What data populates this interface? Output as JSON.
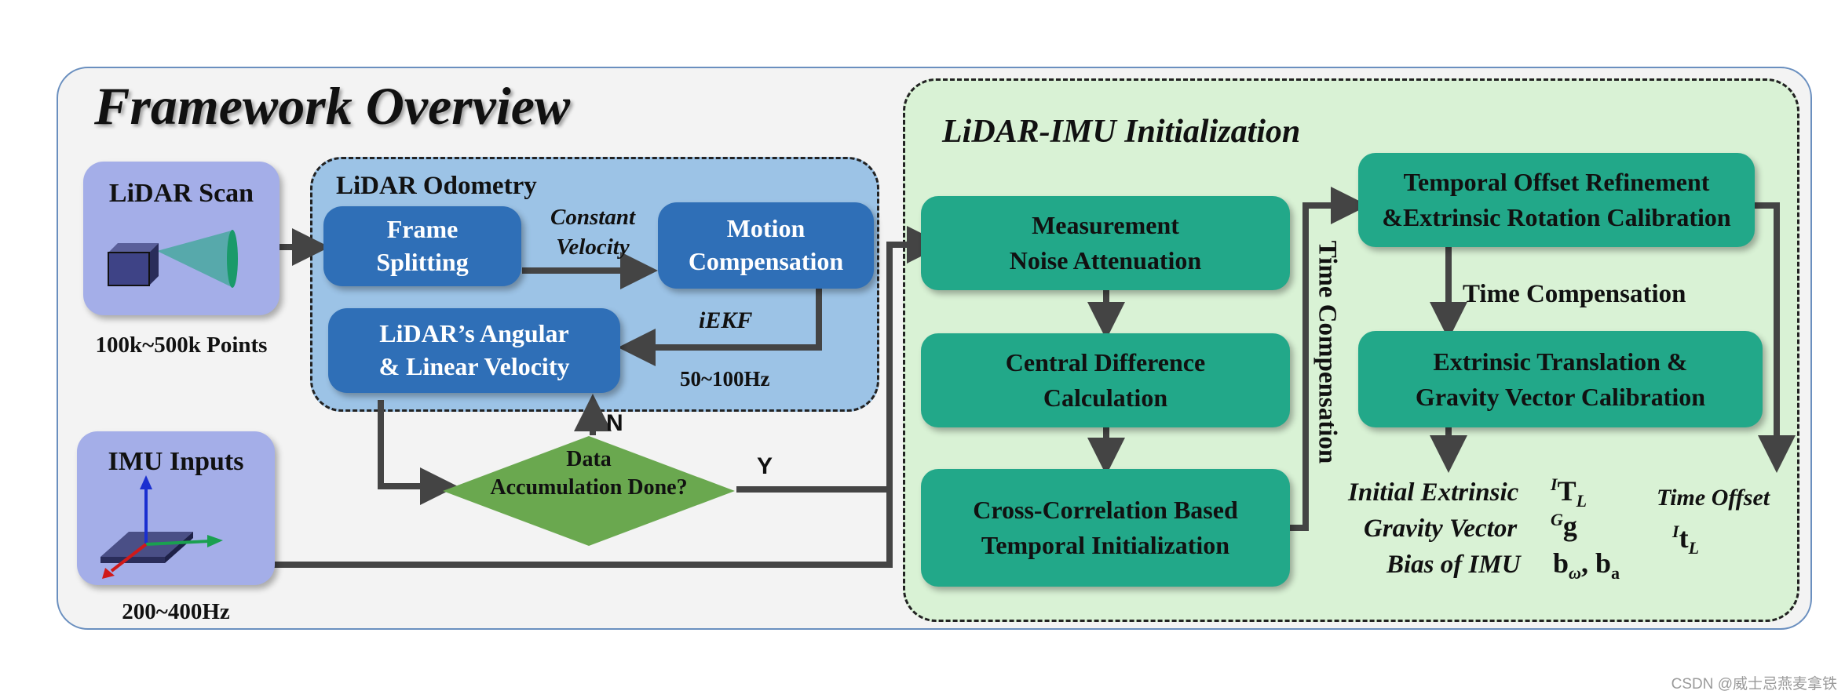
{
  "title": "Framework Overview",
  "lidar_scan": {
    "label": "LiDAR Scan",
    "caption": "100k~500k Points"
  },
  "imu_inputs": {
    "label": "IMU Inputs",
    "caption": "200~400Hz"
  },
  "odometry": {
    "title": "LiDAR Odometry",
    "frame_splitting": "Frame\nSplitting",
    "motion_compensation": "Motion\nCompensation",
    "velocity": "LiDAR’s Angular\n& Linear Velocity",
    "constant_velocity": "Constant\nVelocity",
    "iekf": "iEKF",
    "rate": "50~100Hz"
  },
  "decision": {
    "text": "Data\nAccumulation Done?",
    "yes": "Y",
    "no": "N"
  },
  "initialization": {
    "title": "LiDAR-IMU Initialization",
    "noise": "Measurement\nNoise Attenuation",
    "central_diff": "Central Difference\nCalculation",
    "cross_corr": "Cross-Correlation Based\nTemporal Initialization",
    "time_comp_vertical": "Time Compensation",
    "refinement": "Temporal Offset Refinement\n&Extrinsic Rotation Calibration",
    "time_comp": "Time Compensation",
    "translation": "Extrinsic Translation &\nGravity Vector Calibration",
    "outputs": {
      "initial_extrinsic": "Initial Extrinsic",
      "gravity_vector": "Gravity Vector",
      "bias_imu": "Bias of IMU",
      "time_offset": "Time Offset"
    }
  },
  "watermark": "CSDN @威士忌燕麦拿铁",
  "colors": {
    "frame_bg": "#f3f3f3",
    "odometry_bg": "#9cc3e6",
    "init_bg": "#d9f2d5",
    "blue_box": "#2f6fb7",
    "green_box": "#22a889",
    "lavender_box": "#a4aee8",
    "diamond": "#6aa84f",
    "arrow": "#444444"
  }
}
